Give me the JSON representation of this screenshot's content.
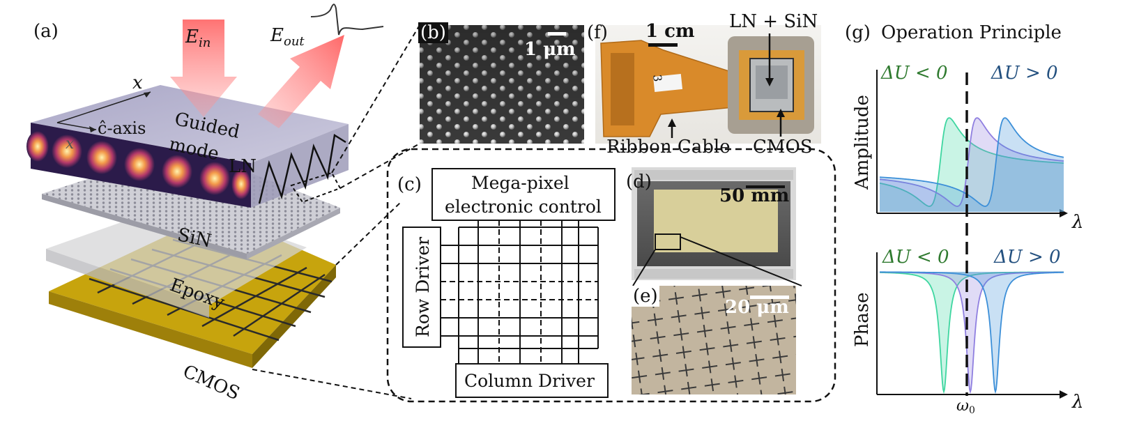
{
  "panels": {
    "a": {
      "label": "(a)",
      "e_in_symbol": "E",
      "e_in_sub": "in",
      "e_out_symbol": "E",
      "e_out_sub": "out",
      "axis_x_top": "x",
      "axis_c": "ĉ-axis",
      "axis_x_side": "x",
      "guided_mode_line1": "Guided",
      "guided_mode_line2": "mode",
      "layer_ln": "LN",
      "layer_sin": "SiN",
      "layer_epoxy": "Epoxy",
      "layer_cmos": "CMOS"
    },
    "b": {
      "label": "(b)",
      "scale_text": "1 μm"
    },
    "c": {
      "label": "(c)",
      "control_line1": "Mega-pixel",
      "control_line2": "electronic control",
      "row_driver": "Row Driver",
      "column_driver": "Column Driver"
    },
    "d": {
      "label": "(d)",
      "scale_text": "50 mm"
    },
    "e": {
      "label": "(e)",
      "scale_text": "20 μm"
    },
    "f": {
      "label": "(f)",
      "scale_text": "1 cm",
      "chip_label": "LN + SiN",
      "ribbon_label": "Ribbon Cable",
      "cmos_label": "CMOS",
      "tag_text": "3"
    },
    "g": {
      "label": "(g)",
      "title": "Operation Principle",
      "amplitude_label": "Amplitude",
      "phase_label": "Phase",
      "lambda": "λ",
      "du_neg": "ΔU < 0",
      "du_pos": "ΔU > 0",
      "omega0": "ω",
      "omega0_sub": "0"
    }
  },
  "colors": {
    "green_curve": "#3ed6a0",
    "purple_curve": "#8f7fe0",
    "blue_curve": "#3c8fd8",
    "fill_base": "#5fb3d0",
    "label_green": "#2f7a2f",
    "label_blue": "#23507f",
    "cmos_gold": "#c9a80a",
    "beam_red": "#ff6b6b",
    "ribbon_orange": "#d98a2a"
  }
}
